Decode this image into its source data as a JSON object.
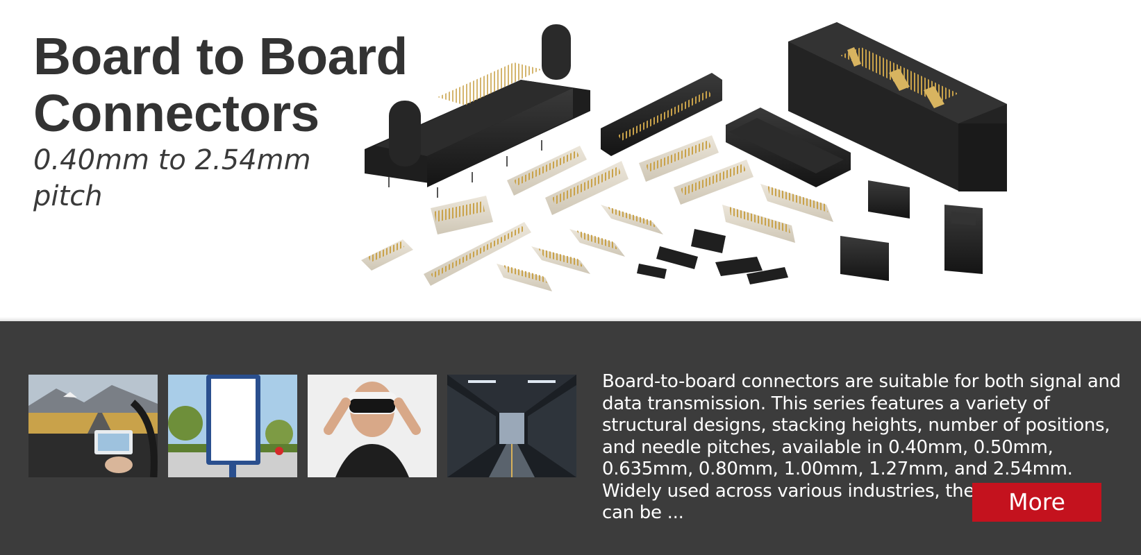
{
  "hero": {
    "title_line1": "Board to Board",
    "title_line2": "Connectors",
    "subtitle": "0.40mm to 2.54mm pitch"
  },
  "applications": [
    {
      "icon": "car-dashboard-image"
    },
    {
      "icon": "billboard-image"
    },
    {
      "icon": "vr-headset-image"
    },
    {
      "icon": "server-room-image"
    }
  ],
  "description": "Board-to-board connectors are suitable for both signal and data transmission. This series features a variety of structural designs, stacking heights, number of positions, and needle pitches, available in 0.40mm, 0.50mm, 0.635mm, 0.80mm, 1.00mm, 1.27mm, and 2.54mm. Widely used across various industries, these connectors can be ...",
  "more_label": "More",
  "colors": {
    "title": "#333333",
    "panel": "#3c3c3c",
    "button": "#c4121e"
  }
}
